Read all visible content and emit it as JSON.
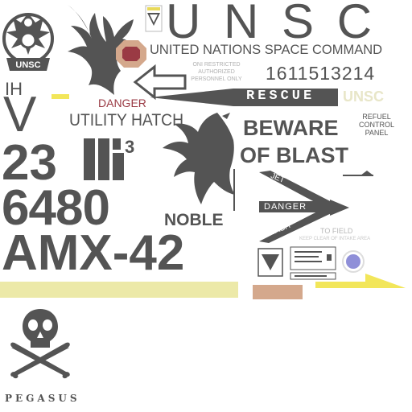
{
  "colors": {
    "primary_grey": "#545454",
    "light_grey": "#8a8a8a",
    "danger_red": "#9a3a44",
    "pale_yellow": "#ece9a8",
    "bright_yellow": "#f2e65a",
    "salmon": "#d4a88c",
    "rescue_text": "#ffffff",
    "faint_text": "#c8c8b8"
  },
  "emblem": {
    "icon": "unsc-eagle-emblem-icon",
    "banner_text": "UNSC"
  },
  "header": {
    "title": "U N S C",
    "subtitle": "UNITED NATIONS SPACE COMMAND"
  },
  "small_text_block": {
    "lines": [
      "ONI RESTRICTED",
      "AUTHORIZED",
      "PERSONNEL ONLY"
    ]
  },
  "serial": "1611513214",
  "labels": {
    "ih": "IH",
    "danger": "DANGER",
    "utility_hatch": "UTILITY HATCH",
    "rescue": "RESCUE",
    "unsc_small": "UNSC",
    "refuel": [
      "REFUEL",
      "CONTROL",
      "PANEL"
    ],
    "beware": "BEWARE",
    "of_blast": "OF BLAST",
    "v": "V",
    "n23": "23",
    "n6480": "6480",
    "noble": "NOBLE",
    "amx": "AMX-42",
    "superscript_3": "3",
    "jet": "JET",
    "danger_chevron": "DANGER",
    "wash": "WASH",
    "to_field": "TO FIELD",
    "faint_line": "KEEP CLEAR OF INTAKE AREA",
    "pegasus": "PEGASUS"
  },
  "icons": {
    "eagle_large": "eagle-silhouette-icon",
    "eagle_small": "eagle-flying-icon",
    "skull": "skull-crossbones-icon",
    "warning_triangle": "warning-triangle-icon",
    "octagon": "octagon-plate-icon",
    "arrow_left": "arrow-left-outline-icon",
    "hazard_circle": "hazard-circle-icon"
  }
}
